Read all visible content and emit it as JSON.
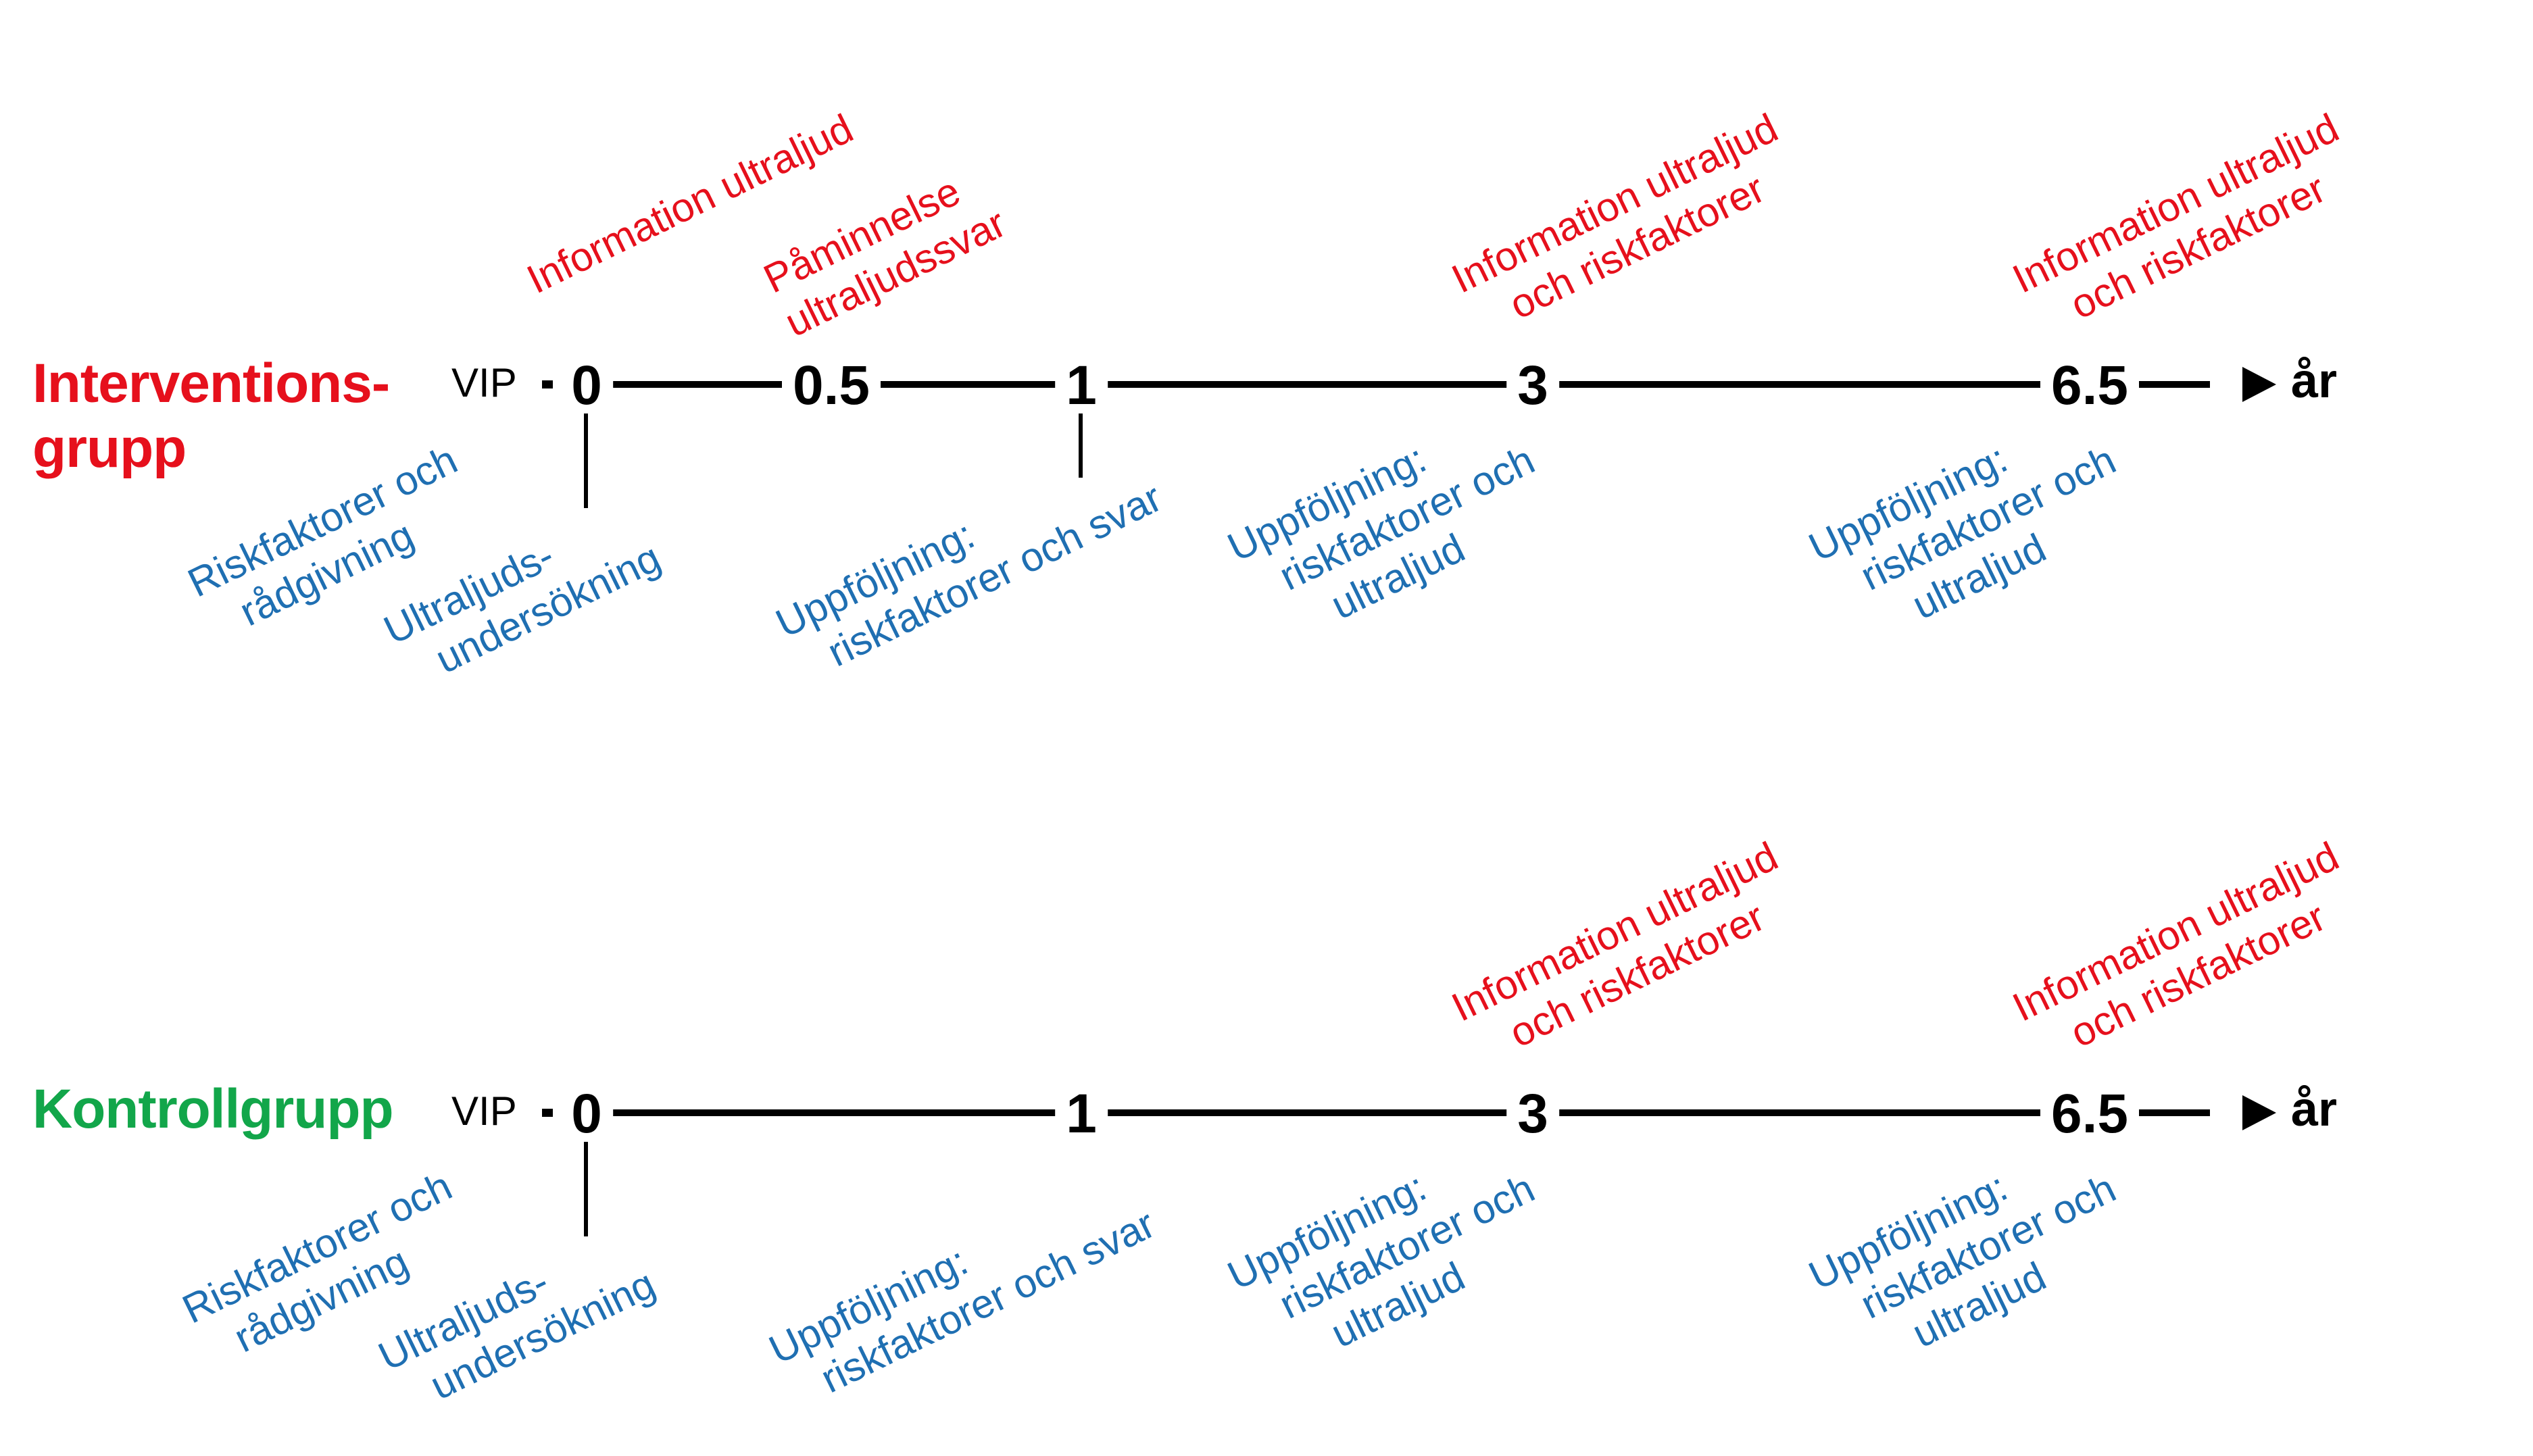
{
  "colors": {
    "intervention": "#e6101c",
    "control": "#12a64a",
    "red_annotation": "#e6101c",
    "blue_annotation": "#1f6fb2",
    "line": "#000000"
  },
  "intervention": {
    "label_line1": "Interventions-",
    "label_line2": "grupp",
    "vip": "VIP",
    "ticks": [
      "0",
      "0.5",
      "1",
      "3",
      "6.5"
    ],
    "unit": "år",
    "above": {
      "t0": [
        "Information ultraljud"
      ],
      "t05": [
        "Påminnelse",
        "ultraljudssvar"
      ],
      "t3": [
        "Information ultraljud",
        "och riskfaktorer"
      ],
      "t65": [
        "Information ultraljud",
        "och riskfaktorer"
      ]
    },
    "below": {
      "risk": [
        "Riskfaktorer och",
        "rådgivning"
      ],
      "ultra": [
        "Ultraljuds-",
        "undersökning"
      ],
      "t1": [
        "Uppföljning:",
        "riskfaktorer och svar"
      ],
      "t3": [
        "Uppföljning:",
        "riskfaktorer och",
        "ultraljud"
      ],
      "t65": [
        "Uppföljning:",
        "riskfaktorer och",
        "ultraljud"
      ]
    }
  },
  "control": {
    "label": "Kontrollgrupp",
    "vip": "VIP",
    "ticks": [
      "0",
      "1",
      "3",
      "6.5"
    ],
    "unit": "år",
    "above": {
      "t3": [
        "Information ultraljud",
        "och riskfaktorer"
      ],
      "t65": [
        "Information ultraljud",
        "och riskfaktorer"
      ]
    },
    "below": {
      "risk": [
        "Riskfaktorer och",
        "rådgivning"
      ],
      "ultra": [
        "Ultraljuds-",
        "undersökning"
      ],
      "t1": [
        "Uppföljning:",
        "riskfaktorer och svar"
      ],
      "t3": [
        "Uppföljning:",
        "riskfaktorer och",
        "ultraljud"
      ],
      "t65": [
        "Uppföljning:",
        "riskfaktorer och",
        "ultraljud"
      ]
    }
  }
}
